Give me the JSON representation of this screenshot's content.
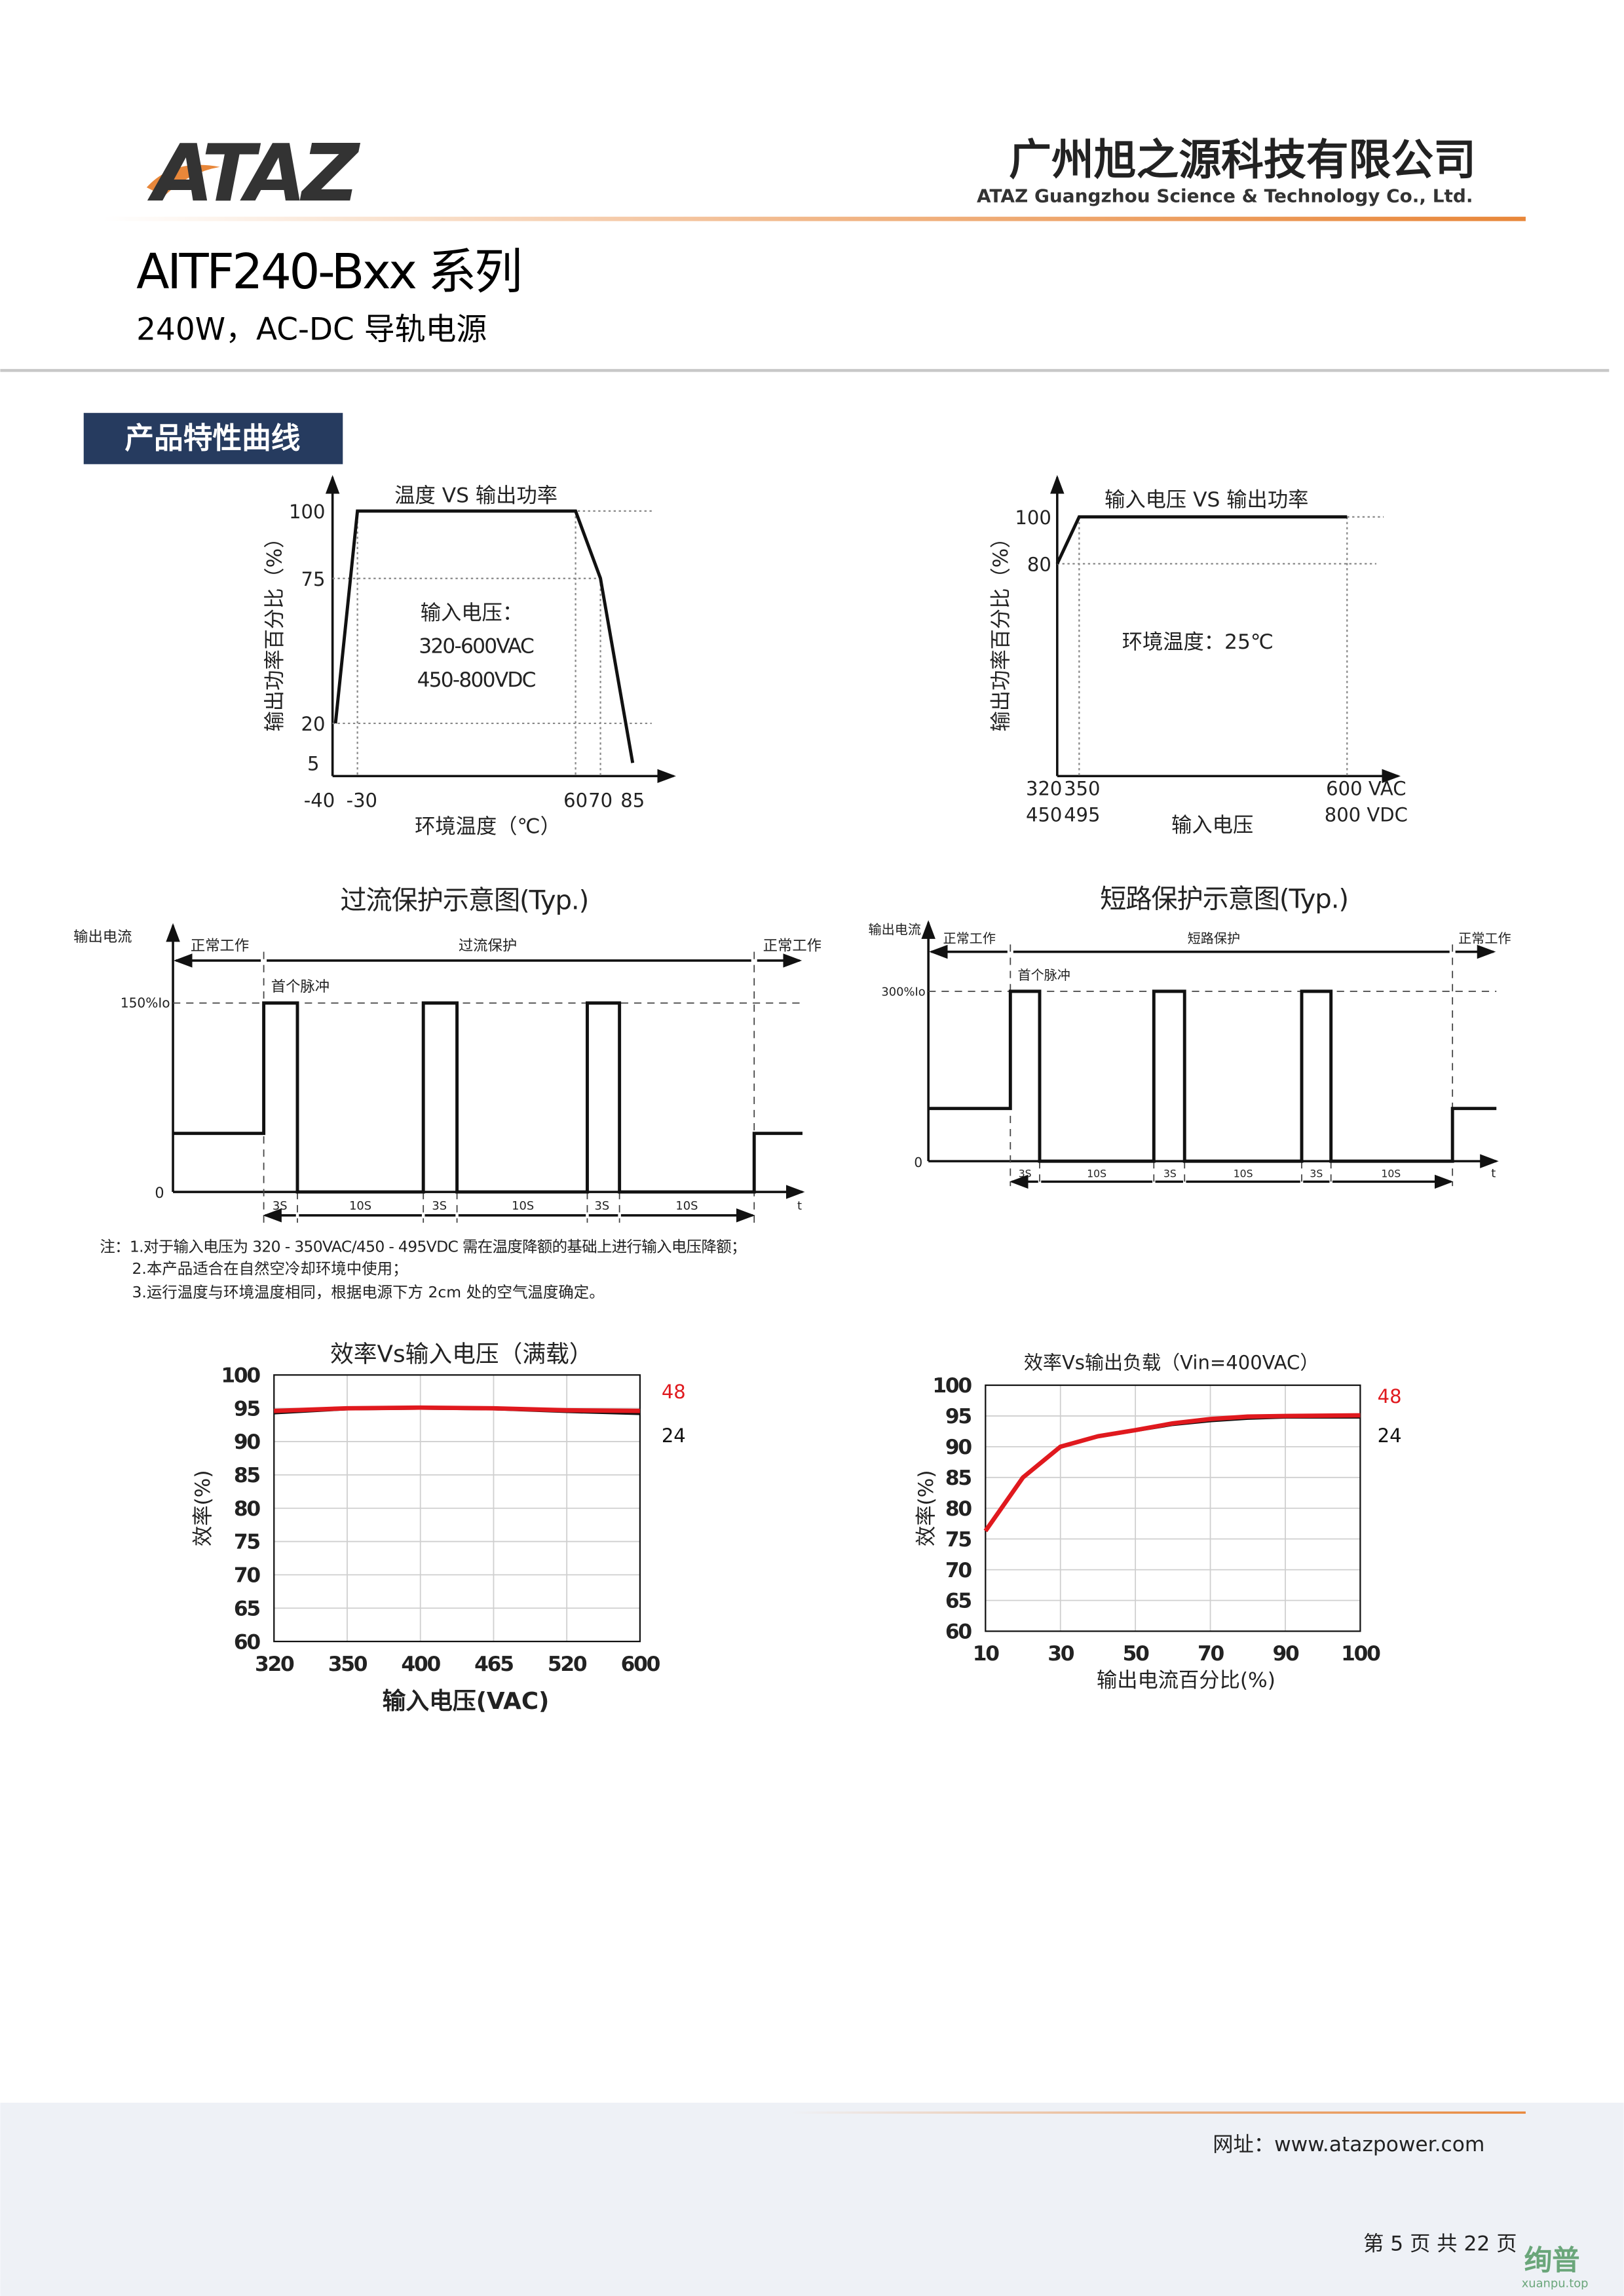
{
  "header": {
    "logo_text": "ATAZ",
    "company_cn": "广州旭之源科技有限公司",
    "company_en": "ATAZ Guangzhou Science & Technology Co., Ltd.",
    "brand_orange": "#e8873a"
  },
  "product": {
    "title": "AITF240-Bxx 系列",
    "subtitle": "240W，AC-DC 导轨电源"
  },
  "section": {
    "title": "产品特性曲线",
    "bg_color": "#263b5f"
  },
  "derating_temp": {
    "title": "温度 VS 输出功率",
    "ylabel": "输出功率百分比（%）",
    "xlabel": "环境温度（℃）",
    "yticks": [
      "100",
      "75",
      "20",
      "5"
    ],
    "xticks": [
      "-40",
      "-30",
      "60",
      "70",
      "85"
    ],
    "note_lines": [
      "输入电压：",
      "320-600VAC",
      "450-800VDC"
    ]
  },
  "derating_input": {
    "title": "输入电压 VS 输出功率",
    "ylabel": "输出功率百分比（%）",
    "xlabel": "输入电压",
    "yticks": [
      "100",
      "80"
    ],
    "xticks_row1": [
      "320",
      "350",
      "600 VAC"
    ],
    "xticks_row2": [
      "450",
      "495",
      "800 VDC"
    ],
    "note": "环境温度：25℃"
  },
  "ocp": {
    "title": "过流保护示意图(Typ.)",
    "yaxis": "输出电流",
    "phase_normal": "正常工作",
    "phase_protect": "过流保护",
    "level": "150%Io",
    "zero": "0",
    "first_pulse": "首个脉冲",
    "t": "t",
    "durations": [
      "3S",
      "10S",
      "3S",
      "10S",
      "3S",
      "10S"
    ]
  },
  "scp": {
    "title": "短路保护示意图(Typ.)",
    "yaxis": "输出电流",
    "phase_normal": "正常工作",
    "phase_protect": "短路保护",
    "level": "300%Io",
    "zero": "0",
    "first_pulse": "首个脉冲",
    "t": "t",
    "durations": [
      "3S",
      "10S",
      "3S",
      "10S",
      "3S",
      "10S"
    ]
  },
  "notes": [
    "注：1.对于输入电压为 320 - 350VAC/450 - 495VDC 需在温度降额的基础上进行输入电压降额；",
    "2.本产品适合在自然空冷却环境中使用；",
    "3.运行温度与环境温度相同，根据电源下方 2cm 处的空气温度确定。"
  ],
  "chart_data": [
    {
      "type": "line",
      "title": "效率Vs输入电压（满载）",
      "xlabel": "输入电压(VAC)",
      "ylabel": "效率(%)",
      "categories": [
        "320",
        "350",
        "400",
        "465",
        "520",
        "600"
      ],
      "ylim": [
        60,
        100
      ],
      "yticks": [
        "100",
        "95",
        "90",
        "85",
        "80",
        "75",
        "70",
        "65",
        "60"
      ],
      "grid": true,
      "legend": "right",
      "series": [
        {
          "name": "48",
          "color": "#e0191e",
          "values": [
            94.6,
            95.0,
            95.1,
            95.0,
            94.7,
            94.6
          ]
        },
        {
          "name": "24",
          "color": "#111111",
          "values": [
            94.3,
            94.9,
            95.0,
            94.9,
            94.5,
            94.2
          ]
        }
      ]
    },
    {
      "type": "line",
      "title": "效率Vs输出负载（Vin=400VAC）",
      "xlabel": "输出电流百分比(%)",
      "ylabel": "效率(%)",
      "xticks": [
        10,
        30,
        50,
        70,
        90,
        100
      ],
      "x": [
        10,
        20,
        30,
        40,
        50,
        60,
        70,
        80,
        90,
        100
      ],
      "ylim": [
        60,
        100
      ],
      "yticks": [
        "100",
        "95",
        "90",
        "85",
        "80",
        "75",
        "70",
        "65",
        "60"
      ],
      "grid": true,
      "legend": "right",
      "series": [
        {
          "name": "48",
          "color": "#e0191e",
          "values": [
            76.3,
            85.0,
            90.0,
            91.7,
            92.7,
            93.8,
            94.5,
            94.9,
            95.0,
            95.1
          ]
        },
        {
          "name": "24",
          "color": "#111111",
          "values": [
            76.3,
            85.0,
            90.0,
            91.6,
            92.6,
            93.6,
            94.2,
            94.6,
            94.8,
            94.8
          ]
        }
      ]
    }
  ],
  "footer": {
    "website": "网址：www.atazpower.com",
    "page": "第 5 页 共 22 页",
    "watermark": "绚普",
    "watermark_url": "xuanpu.top"
  }
}
